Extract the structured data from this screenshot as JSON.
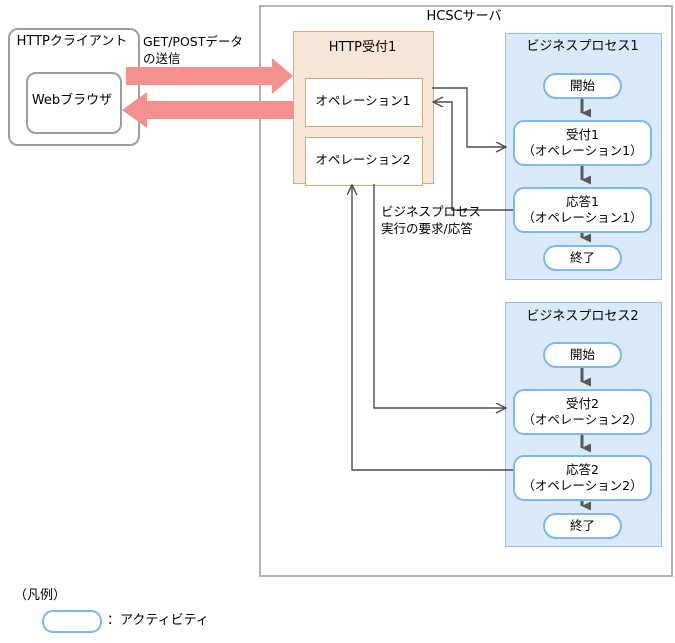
{
  "diagram": {
    "title_note": "HCSC server HTTP reception and business process flow",
    "colors": {
      "pink_arrow": "#f4908f",
      "http_box_fill": "#f7e7d9",
      "http_box_border": "#d8a978",
      "bp_box_fill": "#daeafb",
      "bp_box_border": "#8ec2ea",
      "activity_border": "#7fb9e8",
      "connector": "#4d4d4d",
      "outer_border": "#b3b3b3",
      "client_border": "#9e9e9e"
    }
  },
  "client": {
    "title": "HTTPクライアント",
    "browser": "Webブラウザ"
  },
  "server": {
    "title": "HCSCサーバ"
  },
  "http_reception": {
    "title": "HTTP受付1",
    "operations": [
      {
        "label": "オペレーション1"
      },
      {
        "label": "オペレーション2"
      }
    ]
  },
  "business_processes": [
    {
      "title": "ビジネスプロセス1",
      "activities": [
        {
          "label": "開始"
        },
        {
          "label": "受付1\n（オペレーション1）"
        },
        {
          "label": "応答1\n（オペレーション1）"
        },
        {
          "label": "終了"
        }
      ]
    },
    {
      "title": "ビジネスプロセス2",
      "activities": [
        {
          "label": "開始"
        },
        {
          "label": "受付2\n（オペレーション2）"
        },
        {
          "label": "応答2\n（オペレーション2）"
        },
        {
          "label": "終了"
        }
      ]
    }
  ],
  "labels": {
    "get_post": "GET/POSTデータ\nの送信",
    "bp_request": "ビジネスプロセス\n実行の要求/応答"
  },
  "legend": {
    "title": "（凡例）",
    "activity_label": "：アクティビティ"
  }
}
